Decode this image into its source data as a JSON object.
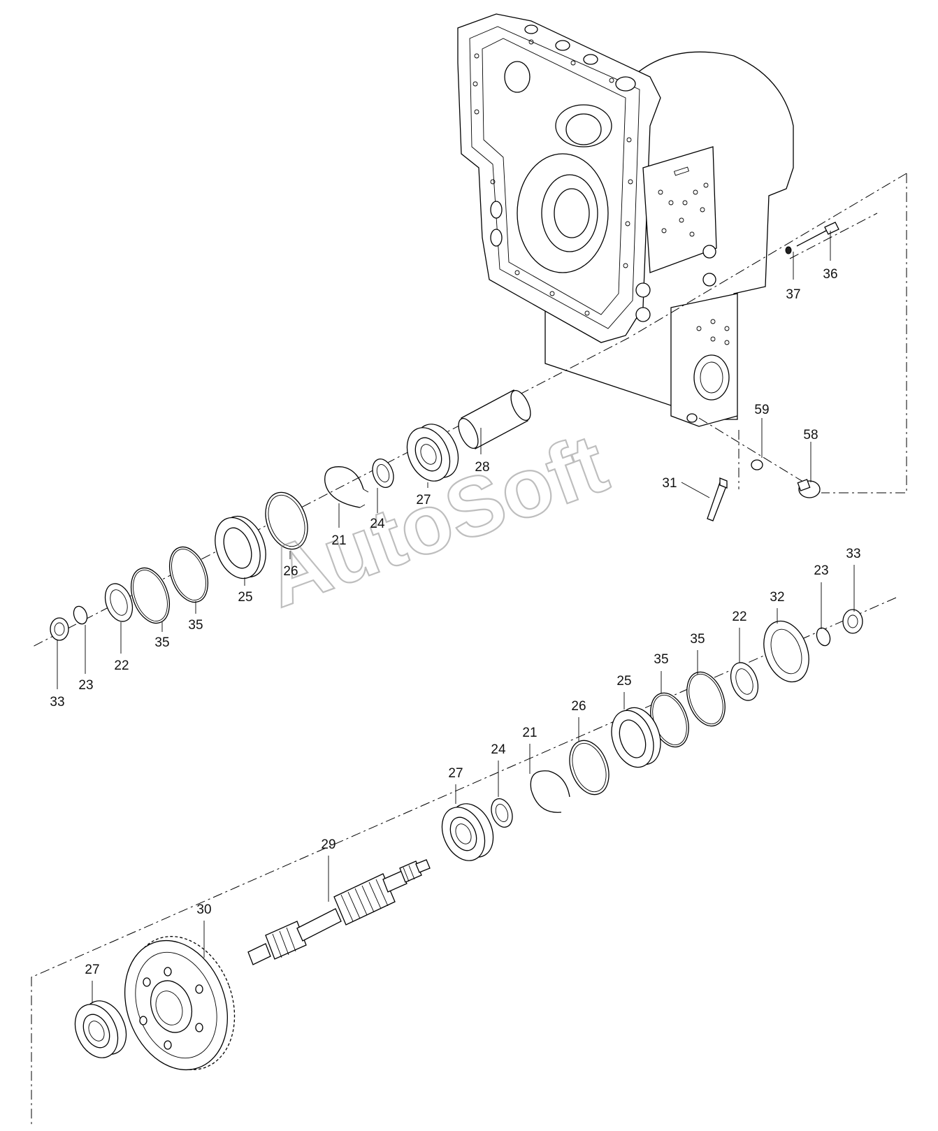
{
  "watermark": "AutoSoft",
  "callouts": [
    {
      "id": "c36",
      "text": "36"
    },
    {
      "id": "c37",
      "text": "37"
    },
    {
      "id": "c59",
      "text": "59"
    },
    {
      "id": "c58",
      "text": "58"
    },
    {
      "id": "c31",
      "text": "31"
    },
    {
      "id": "c28",
      "text": "28"
    },
    {
      "id": "c27a",
      "text": "27"
    },
    {
      "id": "c24a",
      "text": "24"
    },
    {
      "id": "c21a",
      "text": "21"
    },
    {
      "id": "c26a",
      "text": "26"
    },
    {
      "id": "c25a",
      "text": "25"
    },
    {
      "id": "c35a",
      "text": "35"
    },
    {
      "id": "c35b",
      "text": "35"
    },
    {
      "id": "c22a",
      "text": "22"
    },
    {
      "id": "c23a",
      "text": "23"
    },
    {
      "id": "c33a",
      "text": "33"
    },
    {
      "id": "c33b",
      "text": "33"
    },
    {
      "id": "c23b",
      "text": "23"
    },
    {
      "id": "c32",
      "text": "32"
    },
    {
      "id": "c22b",
      "text": "22"
    },
    {
      "id": "c35c",
      "text": "35"
    },
    {
      "id": "c35d",
      "text": "35"
    },
    {
      "id": "c25b",
      "text": "25"
    },
    {
      "id": "c26b",
      "text": "26"
    },
    {
      "id": "c21b",
      "text": "21"
    },
    {
      "id": "c24b",
      "text": "24"
    },
    {
      "id": "c27b",
      "text": "27"
    },
    {
      "id": "c29",
      "text": "29"
    },
    {
      "id": "c30",
      "text": "30"
    },
    {
      "id": "c27c",
      "text": "27"
    }
  ]
}
